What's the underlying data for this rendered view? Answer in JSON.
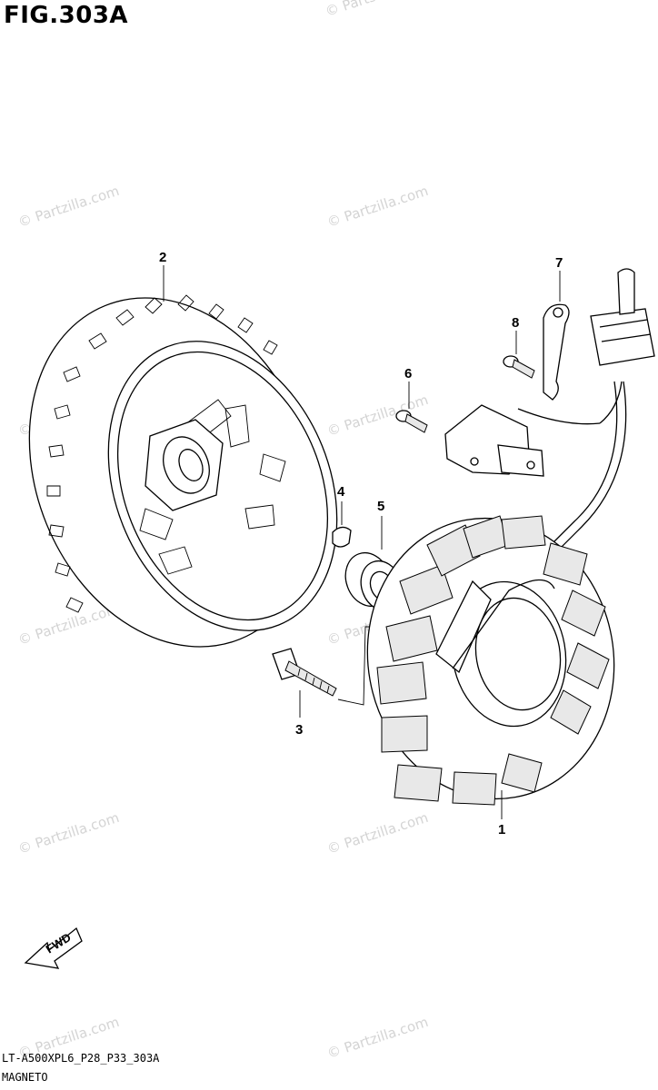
{
  "figure": {
    "title": "FIG.303A",
    "code": "LT-A500XPL6_P28_P33_303A",
    "name": "MAGNETO"
  },
  "watermark": {
    "text": "© Partzilla.com",
    "short": "© Parts",
    "color": "#d4d4d4"
  },
  "fwd_label": "FWD",
  "callouts": {
    "c1": "1",
    "c2": "2",
    "c3": "3",
    "c4": "4",
    "c5": "5",
    "c6": "6",
    "c7": "7",
    "c8": "8"
  }
}
